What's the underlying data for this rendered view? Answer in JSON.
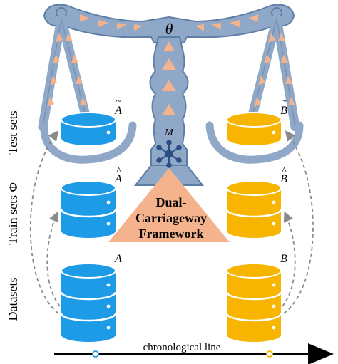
{
  "row_labels": {
    "test": "Test sets",
    "train": "Train sets Φ",
    "datasets": "Datasets"
  },
  "symbols": {
    "theta": "θ",
    "model": "M",
    "a_test": "A",
    "b_test": "B",
    "a_train": "A",
    "b_train": "B",
    "a_data": "A",
    "b_data": "B",
    "tilde": "~",
    "hat": "^"
  },
  "framework": {
    "line1": "Dual-",
    "line2": "Carriageway",
    "line3": "Framework"
  },
  "timeline": {
    "label": "chronological line"
  },
  "colors": {
    "scale_fill": "#8fa8c8",
    "scale_stroke": "#5e7ea8",
    "peach": "#f4b28d",
    "blue_db": "#1e9be6",
    "gold_db": "#f7b500",
    "network_icon": "#2a4f85",
    "arrow_dashed": "#8a8a8a"
  }
}
